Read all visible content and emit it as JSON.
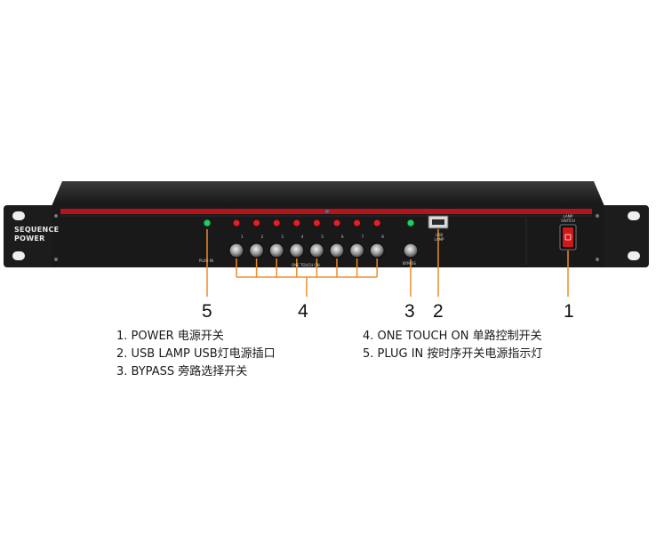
{
  "device": {
    "brand_line1": "SEQUENCE",
    "brand_line2": "POWER",
    "label_plug_in": "PLUG IN",
    "label_one_touch": "ONE TOUCH ON",
    "label_bypass": "BYPASS",
    "label_usb_lamp": "USB LAMP",
    "label_lamp_switch": "LAMP SWITCH",
    "channels": [
      "1",
      "2",
      "3",
      "4",
      "5",
      "6",
      "7",
      "8"
    ],
    "colors": {
      "panel": "#1c1c1c",
      "red_strip": "#b5141a",
      "led_red": "#e0202a",
      "led_green": "#1fd060",
      "switch_red": "#d01818",
      "callout_line": "#f08a24"
    }
  },
  "callouts": {
    "c1": "1",
    "c2": "2",
    "c3": "3",
    "c4": "4",
    "c5": "5"
  },
  "legend": {
    "left": [
      "1. POWER 电源开关",
      "2. USB LAMP USB灯电源插口",
      "3. BYPASS 旁路选择开关"
    ],
    "right": [
      "4. ONE TOUCH ON 单路控制开关",
      "5. PLUG IN 按时序开关电源指示灯"
    ]
  }
}
